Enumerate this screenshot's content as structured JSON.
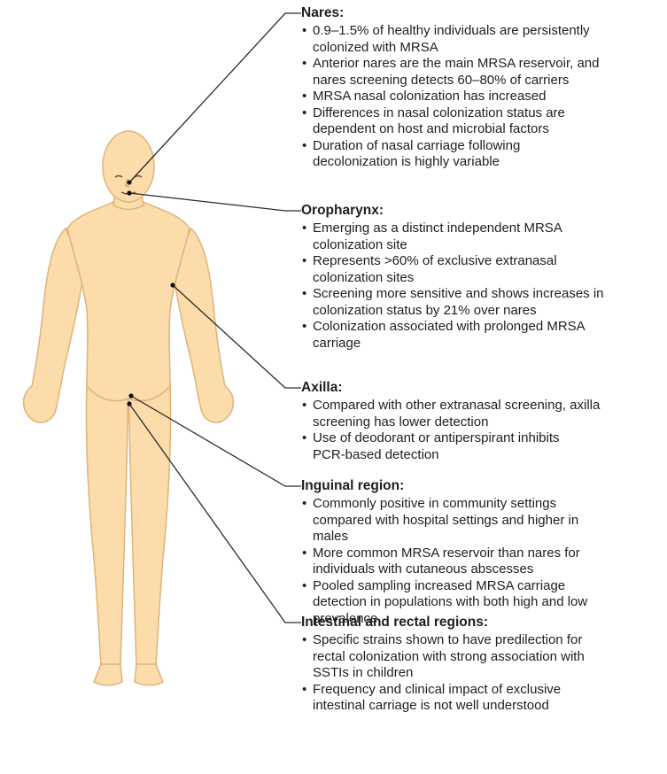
{
  "sections": {
    "nares": {
      "title": "Nares:",
      "bullets": [
        "0.9–1.5% of healthy individuals are persistently\ncolonized with MRSA",
        "Anterior nares are the main MRSA reservoir, and\nnares screening detects 60–80% of carriers",
        "MRSA nasal colonization has increased",
        "Differences in nasal colonization status are\ndependent on host and microbial factors",
        "Duration of nasal carriage following\ndecolonization is highly variable"
      ]
    },
    "oropharynx": {
      "title": "Oropharynx:",
      "bullets": [
        "Emerging as a distinct independent MRSA\ncolonization site",
        "Represents >60% of exclusive extranasal\ncolonization sites",
        "Screening more sensitive and shows increases in\ncolonization status by 21% over nares",
        "Colonization associated with prolonged MRSA\ncarriage"
      ]
    },
    "axilla": {
      "title": "Axilla:",
      "bullets": [
        "Compared with other extranasal screening, axilla\nscreening has lower detection",
        "Use of deodorant or antiperspirant inhibits\nPCR-based detection"
      ]
    },
    "inguinal": {
      "title": "Inguinal region:",
      "bullets": [
        "Commonly positive in community settings\ncompared with hospital settings and higher in\nmales",
        "More common MRSA reservoir than nares for\nindividuals with cutaneous abscesses",
        "Pooled sampling increased MRSA carriage\ndetection in populations with both high and low\nprevalence"
      ]
    },
    "intestinal": {
      "title": "Intestinal and rectal regions:",
      "bullets": [
        "Specific strains shown to have predilection for\nrectal colonization with strong association with\nSSTIs in children",
        "Frequency and clinical impact of exclusive\nintestinal carriage is not well understood"
      ]
    }
  },
  "colors": {
    "skin_fill": "#fcdcaa",
    "skin_outline": "#e0b27a",
    "leader_line": "#2a2a2a",
    "text": "#1e1e1e"
  }
}
